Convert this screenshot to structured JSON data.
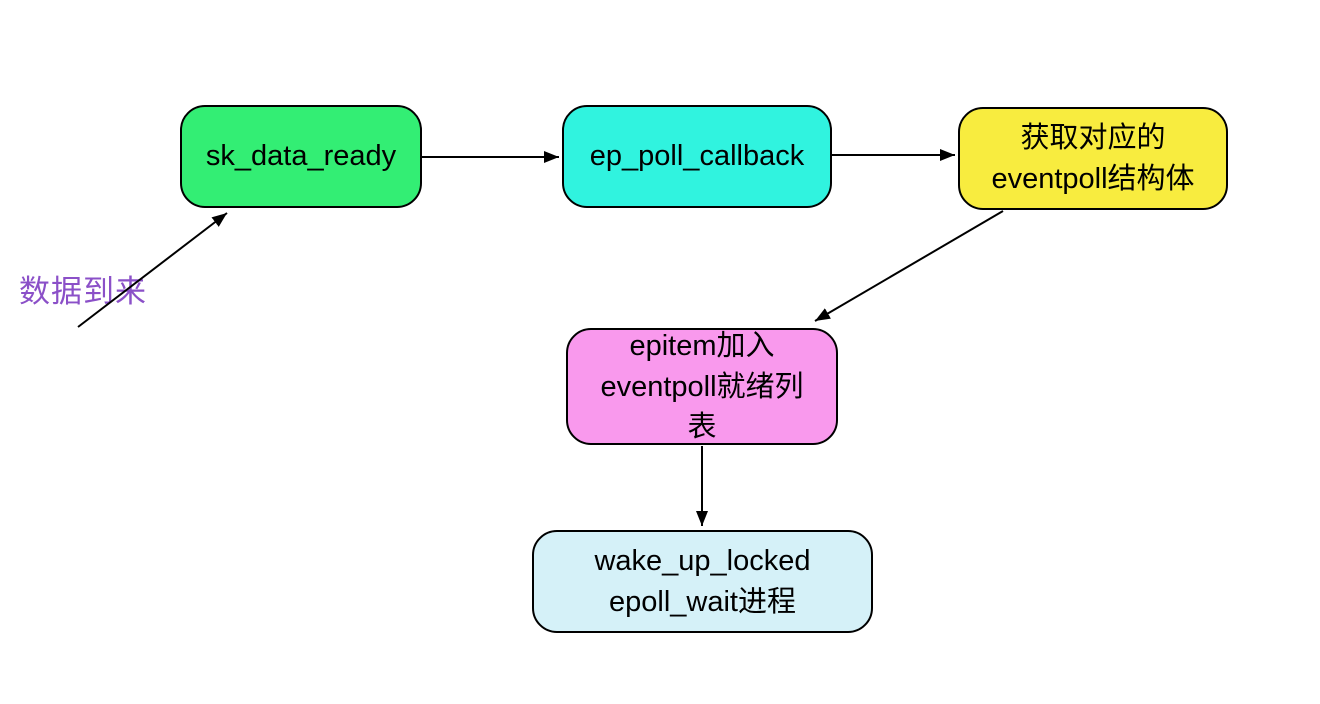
{
  "diagram": {
    "background": "#ffffff",
    "line_color": "#000000",
    "nodes": {
      "sk_data_ready": {
        "label": "sk_data_ready",
        "fill": "#33EE74"
      },
      "ep_poll_callback": {
        "label": "ep_poll_callback",
        "fill": "#30F3DF"
      },
      "get_eventpoll": {
        "lines": [
          "获取对应的",
          "eventpoll结构体"
        ],
        "fill": "#F8EC3F"
      },
      "epitem_ready_list": {
        "lines": [
          "epitem加入",
          "eventpoll就绪列",
          "表"
        ],
        "fill": "#F999ED"
      },
      "wake_up_locked": {
        "lines": [
          "wake_up_locked",
          "epoll_wait进程"
        ],
        "fill": "#D5F1F8"
      }
    },
    "annotation": {
      "label": "数据到来",
      "color": "#8B50C8"
    },
    "edges": [
      {
        "from": "data-arrival",
        "to": "sk_data_ready"
      },
      {
        "from": "sk_data_ready",
        "to": "ep_poll_callback"
      },
      {
        "from": "ep_poll_callback",
        "to": "get_eventpoll"
      },
      {
        "from": "get_eventpoll",
        "to": "epitem_ready_list"
      },
      {
        "from": "epitem_ready_list",
        "to": "wake_up_locked"
      }
    ]
  }
}
